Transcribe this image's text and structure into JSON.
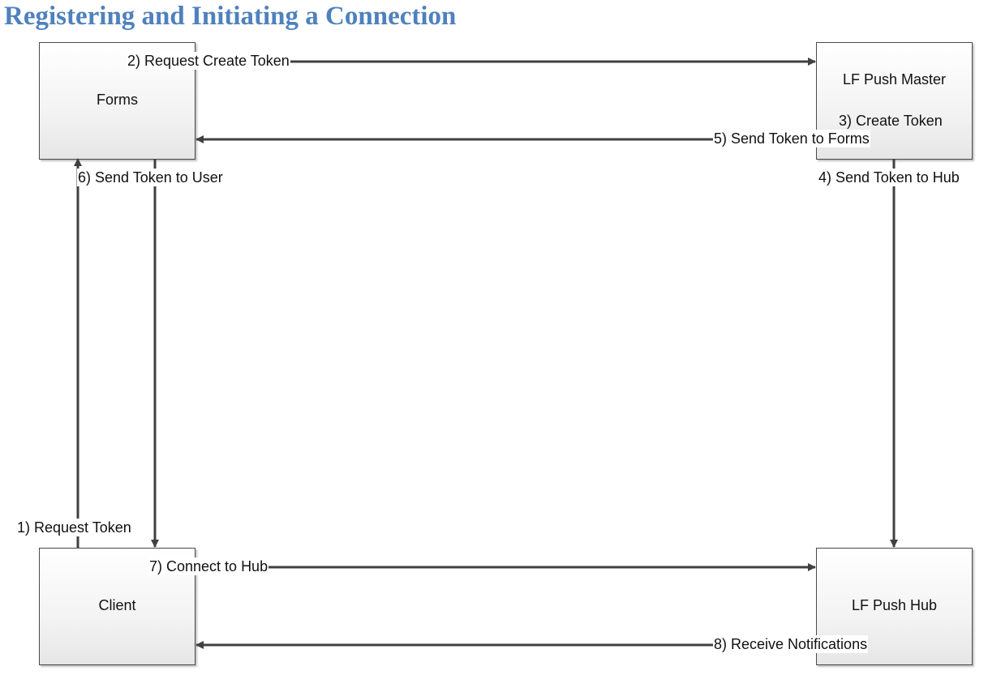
{
  "title": "Registering and Initiating a Connection",
  "nodes": {
    "forms": "Forms",
    "master": "LF Push Master",
    "master_note": "3) Create Token",
    "client": "Client",
    "hub": "LF Push Hub"
  },
  "edges": {
    "request_token": "1) Request Token",
    "request_create_token": "2) Request Create Token",
    "send_token_to_hub": "4) Send Token to Hub",
    "send_token_to_forms": "5) Send Token to Forms",
    "send_token_to_user": "6) Send Token to User",
    "connect_to_hub": "7) Connect to Hub",
    "receive_notifications": "8) Receive Notifications"
  },
  "colors": {
    "title": "#4f81bd",
    "arrow": "#404040"
  }
}
